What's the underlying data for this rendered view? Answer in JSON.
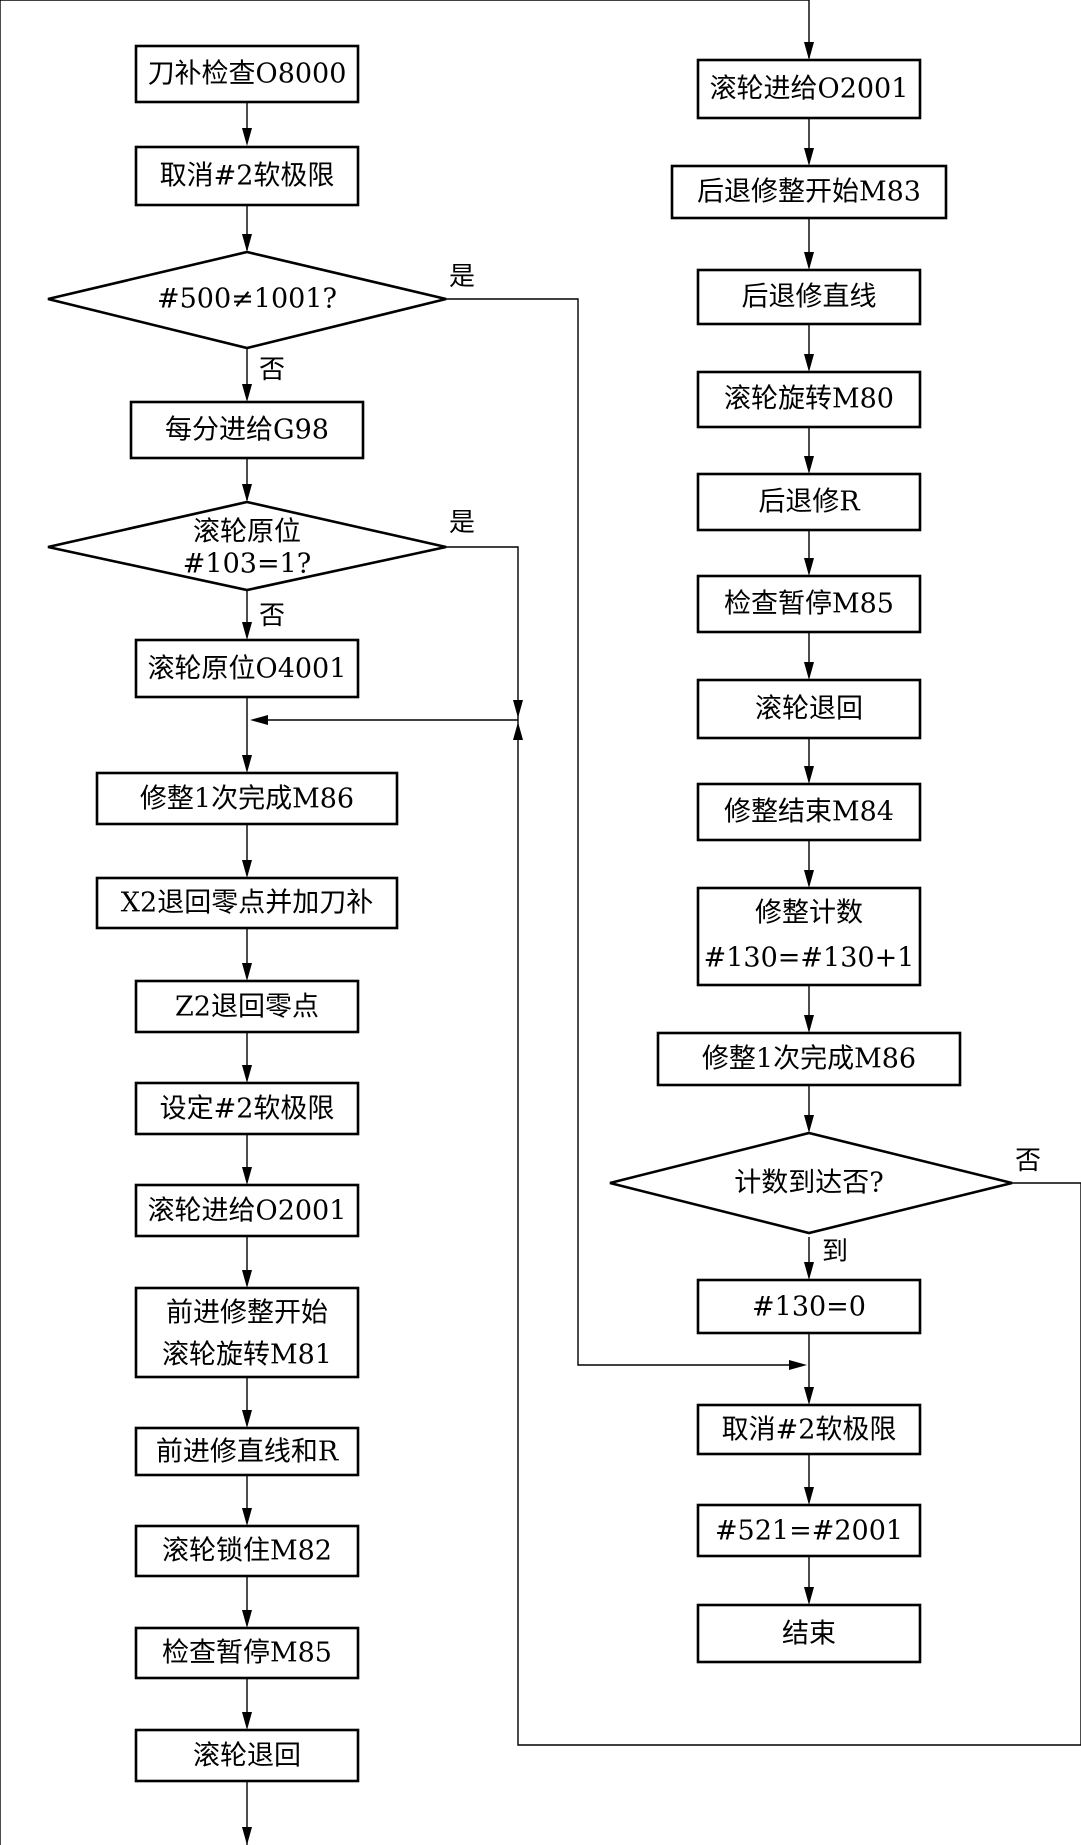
{
  "steps": {
    "tool_comp_check": "刀补检查O8000",
    "cancel_soft_limit_1": "取消#2软极限",
    "check_500": "#500≠1001?",
    "feed_per_min": "每分进给G98",
    "roller_home_q_1": "滚轮原位",
    "roller_home_q_2": "#103=1?",
    "roller_home": "滚轮原位O4001",
    "dress_done_1": "修整1次完成M86",
    "x2_return": "X2退回零点并加刀补",
    "z2_return": "Z2退回零点",
    "set_soft_limit": "设定#2软极限",
    "roller_feed_1": "滚轮进给O2001",
    "fwd_dress_start_1": "前进修整开始",
    "fwd_dress_start_2": "滚轮旋转M81",
    "fwd_dress_line_r": "前进修直线和R",
    "roller_lock": "滚轮锁住M82",
    "check_pause_1": "检查暂停M85",
    "roller_retract_1": "滚轮退回",
    "roller_feed_2": "滚轮进给O2001",
    "back_dress_start": "后退修整开始M83",
    "back_dress_line": "后退修直线",
    "roller_rotate": "滚轮旋转M80",
    "back_dress_r": "后退修R",
    "check_pause_2": "检查暂停M85",
    "roller_retract_2": "滚轮退回",
    "dress_end": "修整结束M84",
    "dress_count_1": "修整计数",
    "dress_count_2": "#130=#130+1",
    "dress_done_2": "修整1次完成M86",
    "count_reached_q": "计数到达否?",
    "reset_130": "#130=0",
    "cancel_soft_limit_2": "取消#2软极限",
    "set_521": "#521=#2001",
    "end": "结束"
  },
  "branches": {
    "yes_1": "是",
    "no_1": "否",
    "yes_2": "是",
    "no_2": "否",
    "no_3": "否",
    "reached": "到"
  }
}
